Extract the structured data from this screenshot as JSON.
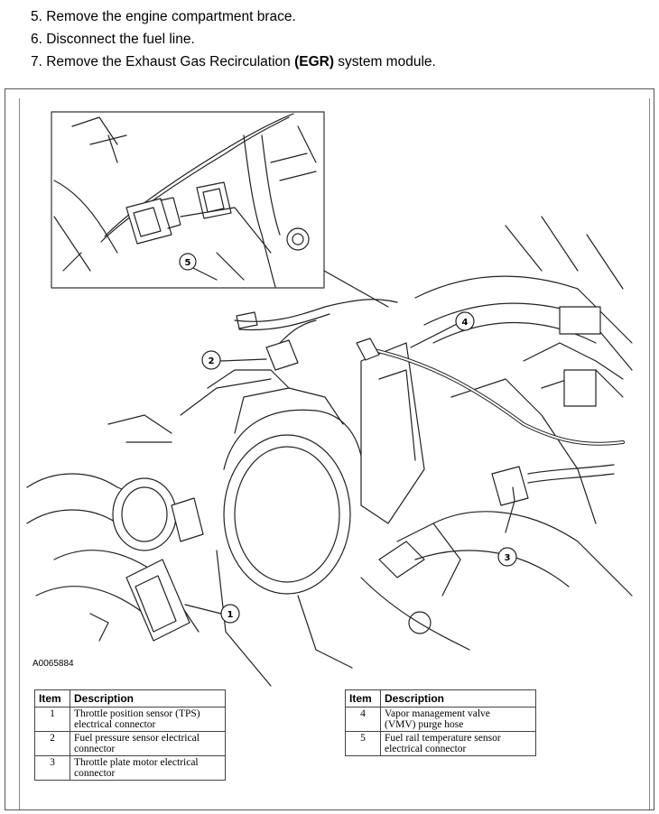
{
  "steps": [
    {
      "text_before": "5. Remove the engine compartment brace.",
      "bold": "",
      "text_after": ""
    },
    {
      "text_before": "6. Disconnect the fuel line.",
      "bold": "",
      "text_after": ""
    },
    {
      "text_before": "7. Remove the Exhaust Gas Recirculation ",
      "bold": "(EGR)",
      "text_after": " system module."
    }
  ],
  "figure": {
    "id_label": "A0065884",
    "callouts": [
      "1",
      "2",
      "3",
      "4",
      "5"
    ]
  },
  "legend_headers": {
    "item": "Item",
    "description": "Description"
  },
  "legend_left": [
    {
      "item": "1",
      "line1": "Throttle position sensor (TPS)",
      "line2": "electrical connector"
    },
    {
      "item": "2",
      "line1": "Fuel pressure sensor electrical",
      "line2": "connector"
    },
    {
      "item": "3",
      "line1": "Throttle plate motor electrical",
      "line2": "connector"
    }
  ],
  "legend_right": [
    {
      "item": "4",
      "line1": "Vapor management valve",
      "line2": "(VMV) purge hose"
    },
    {
      "item": "5",
      "line1": "Fuel rail temperature sensor",
      "line2": "electrical connector"
    }
  ]
}
